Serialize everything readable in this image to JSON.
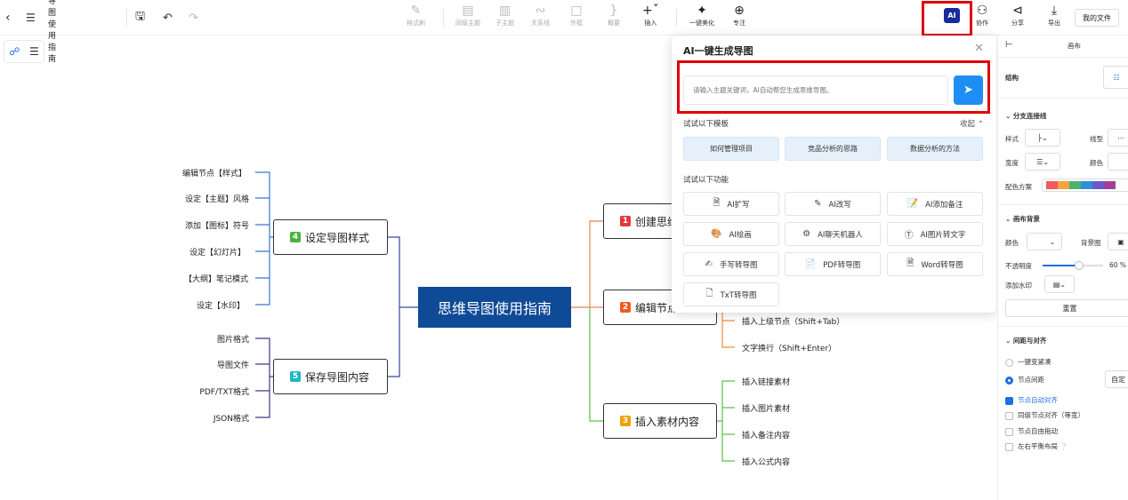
{
  "toolbar": {
    "doc_title": "思维导图使用指南",
    "tools": {
      "format_painter": "格式刷",
      "sibling_topic": "同级主题",
      "sub_topic": "子主题",
      "relation": "关系线",
      "frame": "外框",
      "summary": "概要",
      "insert": "插入",
      "beautify": "一键美化",
      "focus": "专注",
      "collaborate": "协作",
      "share": "分享",
      "export": "导出"
    },
    "ai_label": "AI",
    "my_files": "我的文件"
  },
  "mindmap": {
    "root": "思维导图使用指南",
    "branches": {
      "b1": {
        "num": "1",
        "label": "创建思维导图",
        "color": "#e23a3a"
      },
      "b2": {
        "num": "2",
        "label": "编辑节点",
        "color": "#ef5b1f"
      },
      "b3": {
        "num": "3",
        "label": "插入素材内容",
        "color": "#f0a000"
      },
      "b4": {
        "num": "4",
        "label": "设定导图样式",
        "color": "#4cb33e"
      },
      "b5": {
        "num": "5",
        "label": "保存导图内容",
        "color": "#1fb5c6"
      }
    },
    "leaves": {
      "b2": [
        "插入上级节点（Shift+Tab）",
        "文字换行（Shift+Enter）"
      ],
      "b3": [
        "插入链接素材",
        "插入图片素材",
        "插入备注内容",
        "插入公式内容"
      ],
      "b4": [
        "编辑节点【样式】",
        "设定【主题】风格",
        "添加【图标】符号",
        "设定【幻灯片】",
        "【大纲】笔记模式",
        "设定【水印】"
      ],
      "b5": [
        "图片格式",
        "导图文件",
        "PDF/TXT格式",
        "JSON格式"
      ]
    }
  },
  "ai_panel": {
    "title": "AI一键生成导图",
    "input_placeholder": "请输入主题关键词，AI自动帮您生成思维导图。",
    "templates_label": "试试以下模板",
    "collapse_label": "收起",
    "templates": [
      "如何管理项目",
      "竞品分析的思路",
      "数据分析的方法"
    ],
    "features_label": "试试以下功能",
    "features": [
      {
        "label": "AI扩写",
        "icon": "document-icon"
      },
      {
        "label": "AI改写",
        "icon": "pen-icon"
      },
      {
        "label": "AI添加备注",
        "icon": "note-icon"
      },
      {
        "label": "AI绘画",
        "icon": "palette-icon"
      },
      {
        "label": "AI聊天机器人",
        "icon": "robot-icon"
      },
      {
        "label": "AI图片转文字",
        "icon": "image-text-icon"
      },
      {
        "label": "手写转导图",
        "icon": "handwriting-icon"
      },
      {
        "label": "PDF转导图",
        "icon": "pdf-icon"
      },
      {
        "label": "Word转导图",
        "icon": "word-icon"
      },
      {
        "label": "TxT转导图",
        "icon": "txt-icon"
      }
    ]
  },
  "sidebar": {
    "tab_canvas": "画布",
    "structure": "结构",
    "branch_lines": "分支连接线",
    "style": "样式",
    "line_type": "线型",
    "width": "宽度",
    "color": "颜色",
    "color_scheme": "配色方案",
    "scheme_colors": [
      "#f05a5a",
      "#f7a23b",
      "#4cb36a",
      "#2f8fd8",
      "#6a5acd",
      "#a0409a"
    ],
    "canvas_bg": "画布背景",
    "bg_color": "颜色",
    "bg_image": "背景图",
    "opacity": "不透明度",
    "opacity_value": "60 %",
    "opacity_level": 0.6,
    "watermark": "添加水印",
    "reset": "重置",
    "spacing_align": "间距与对齐",
    "compact": "一键变紧凑",
    "node_spacing": "节点间距",
    "custom": "自定",
    "auto_align": "节点自动对齐",
    "same_level_align": "同级节点对齐（等宽）",
    "free_drag": "节点自由拖动",
    "balanced": "左右平衡布局"
  }
}
